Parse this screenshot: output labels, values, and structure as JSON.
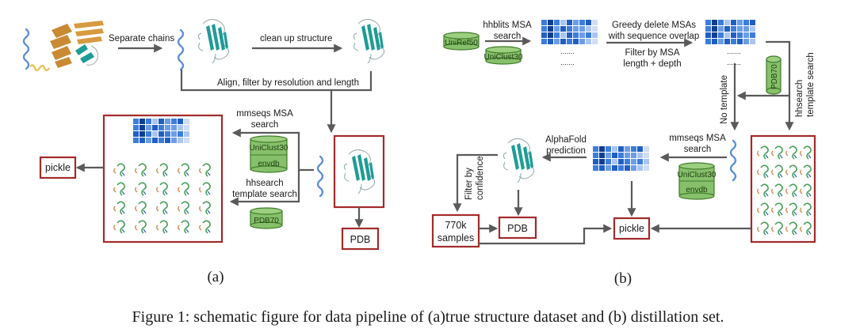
{
  "colors": {
    "box_border": "#a32a2a",
    "arrow": "#5a5a5a",
    "database": "#86c06a",
    "protein_teal": "#1e9c96",
    "protein_orange": "#c98a33",
    "sequence_blue": "#5b8fd6",
    "sequence_yellow": "#e8c35a",
    "msa_palette": [
      "#0f3e8f",
      "#1f5fc4",
      "#3b7ddb",
      "#6c9de6",
      "#a9c5f0",
      "#cfddf6"
    ]
  },
  "panel_a": {
    "sublabel": "(a)",
    "steps": {
      "separate_chains": "Separate chains",
      "clean_up": "clean up structure",
      "align_filter": "Align, filter by resolution and length",
      "mmseqs_line1": "mmseqs MSA",
      "mmseqs_line2": "search",
      "hhsearch_line1": "hhsearch",
      "hhsearch_line2": "template search"
    },
    "databases": {
      "uniclust": "UniClust30",
      "envdb": "envdb",
      "pdb70": "PDB70"
    },
    "outputs": {
      "pickle": "pickle",
      "pdb": "PDB"
    },
    "icons": [
      "protein-complex-icon",
      "sequence-icon",
      "protein-structure-icon",
      "msa-grid-icon",
      "structure-templates-icon"
    ]
  },
  "panel_b": {
    "sublabel": "(b)",
    "steps": {
      "hhblits_line1": "hhblits MSA",
      "hhblits_line2": "search",
      "greedy_line1": "Greedy delete MSAs",
      "greedy_line2": "with sequence overlap",
      "filter_msa_line1": "Filter by MSA",
      "filter_msa_line2": "length + depth",
      "no_template": "No template",
      "hhsearch_line1": "hhsearch",
      "hhsearch_line2": "template search",
      "mmseqs_line1": "mmseqs MSA",
      "mmseqs_line2": "search",
      "alphafold_line1": "AlphaFold",
      "alphafold_line2": "prediction",
      "filter_conf_line1": "Filter by",
      "filter_conf_line2": "confidence",
      "ellipsis": "......."
    },
    "databases": {
      "uniref": "UniRef50",
      "uniclust_hh": "UniClust30",
      "pdb70": "PDB70",
      "uniclust_mm": "UniClust30",
      "envdb": "envdb"
    },
    "outputs": {
      "samples_line1": "770k",
      "samples_line2": "samples",
      "pdb": "PDB",
      "pickle": "pickle"
    }
  },
  "caption": "Figure 1: schematic figure for data pipeline of (a)true structure dataset and (b) distillation set."
}
